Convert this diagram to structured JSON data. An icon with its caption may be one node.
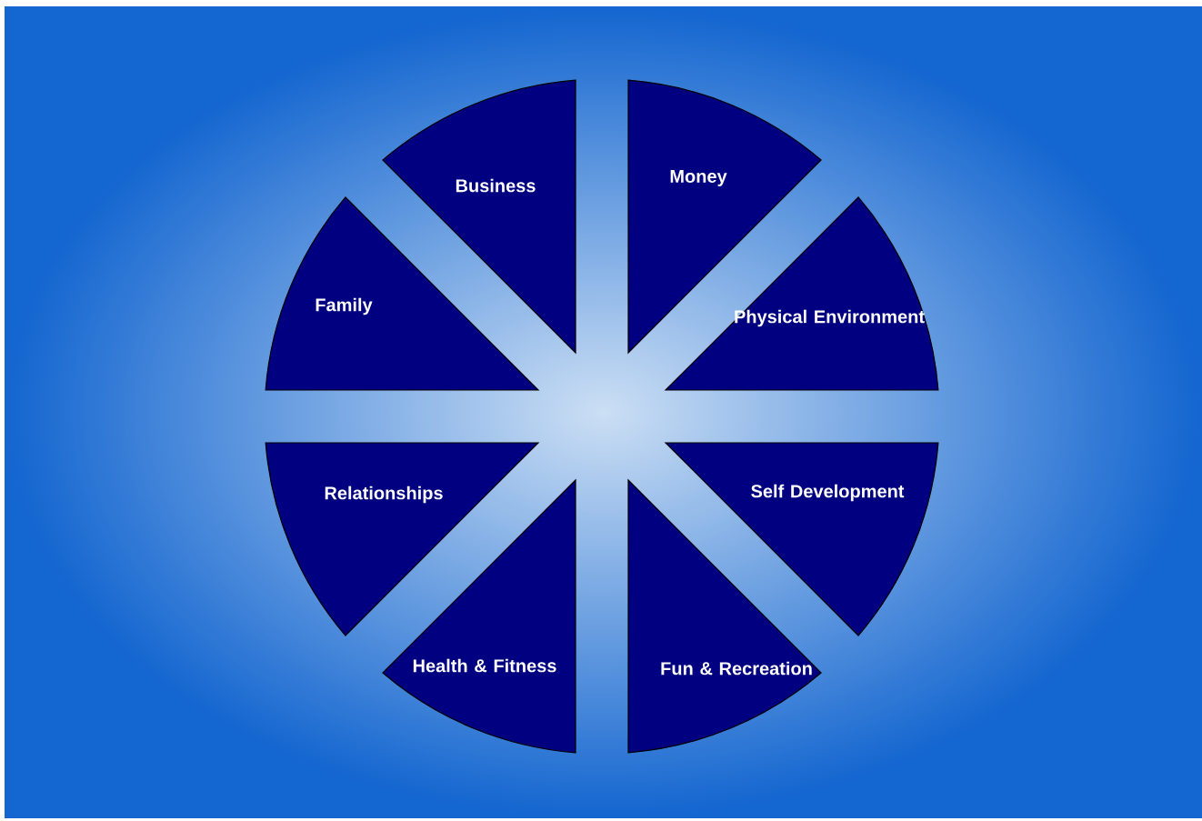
{
  "diagram": {
    "nodes": [
      {
        "text": [
          "Business"
        ]
      },
      {
        "text": [
          "Money"
        ]
      },
      {
        "text": [
          "Family"
        ]
      },
      {
        "text": [
          "Physical Environment"
        ]
      },
      {
        "text": [
          "Relationships"
        ]
      },
      {
        "text": [
          "Self Development"
        ]
      },
      {
        "text": [
          "Health & Fitness"
        ]
      },
      {
        "text": [
          "Fun & Recreation"
        ]
      }
    ]
  }
}
